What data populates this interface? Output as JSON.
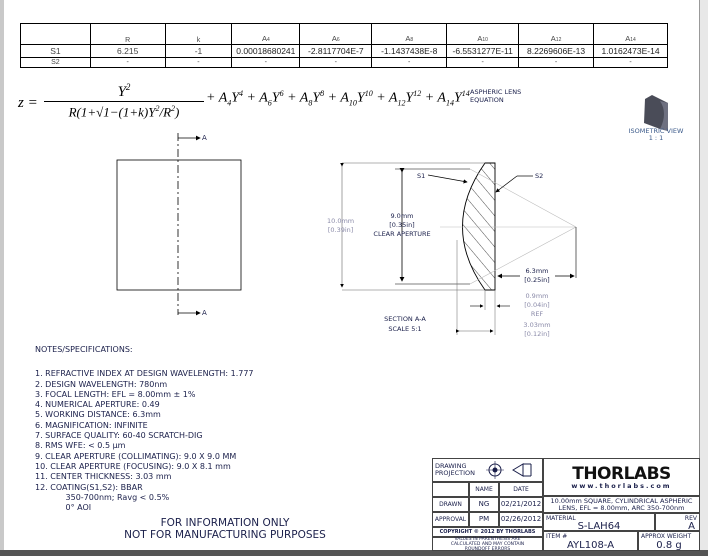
{
  "table": {
    "headers": [
      "",
      "R",
      "k",
      "A4",
      "A6",
      "A8",
      "A10",
      "A12",
      "A14"
    ],
    "rows": [
      [
        "S1",
        "6.215",
        "-1",
        "0.00018680241",
        "-2.8117704E-7",
        "-1.1437438E-8",
        "-6.5531277E-11",
        "8.2269606E-13",
        "1.0162473E-14"
      ],
      [
        "S2",
        "-",
        "-",
        "-",
        "-",
        "-",
        "-",
        "-",
        "-"
      ]
    ]
  },
  "equation": {
    "text": "z = Y² / R(1+√(1−(1+k)Y²/R²)) + A₄Y⁴ + A₆Y⁶ + A₈Y⁸ + A₁₀Y¹⁰ + A₁₂Y¹² + A₁₄Y¹⁴",
    "label_line1": "ASPHERIC LENS",
    "label_line2": "EQUATION"
  },
  "iso": {
    "title": "ISOMETRIC VIEW",
    "scale": "1 : 1"
  },
  "front": {
    "section_label": "A"
  },
  "section": {
    "s1": "S1",
    "s2": "S2",
    "height_mm": "10.0mm",
    "height_in": "[0.39in]",
    "ca_mm": "9.0mm",
    "ca_in": "[0.35in]",
    "ca_label": "CLEAR APERTURE",
    "wd_mm": "6.3mm",
    "wd_in": "[0.25in]",
    "edge_mm": "0.9mm",
    "edge_in": "[0.04in]",
    "edge_ref": "REF",
    "ct_mm": "3.03mm",
    "ct_in": "[0.12in]",
    "title": "SECTION A-A",
    "scale": "SCALE 5:1"
  },
  "notes": {
    "heading": "NOTES/SPECIFICATIONS:",
    "items": [
      "1.   REFRACTIVE INDEX AT DESIGN WAVELENGTH: 1.777",
      "2.   DESIGN WAVELENGTH: 780nm",
      "3.   FOCAL LENGTH: EFL = 8.00mm ± 1%",
      "4.   NUMERICAL APERTURE: 0.49",
      "5.   WORKING DISTANCE: 6.3mm",
      "6.   MAGNIFICATION: INFINITE",
      "7.   SURFACE QUALITY: 60-40 SCRATCH-DIG",
      "8.   RMS WFE: < 0.5 µm",
      "9.   CLEAR APERTURE (COLLIMATING): 9.0 X 9.0 MM",
      "10. CLEAR APERTURE (FOCUSING): 9.0 X 8.1 mm",
      "11. CENTER THICKNESS: 3.03 mm",
      "12. COATING(S1,S2): BBAR",
      "            350-700nm; Ravg < 0.5%",
      "            0° AOI"
    ]
  },
  "info": {
    "line1": "FOR INFORMATION ONLY",
    "line2": "NOT FOR MANUFACTURING PURPOSES"
  },
  "titleblock": {
    "projection": "DRAWING PROJECTION",
    "name_h": "NAME",
    "date_h": "DATE",
    "drawn": "DRAWN",
    "drawn_name": "NG",
    "drawn_date": "02/21/2012",
    "approval": "APPROVAL",
    "approval_name": "PM",
    "approval_date": "02/26/2012",
    "copyright": "COPYRIGHT © 2012 BY THORLABS",
    "values_note": "VALUES IN PARENTHESIS ARE CALCULATED AND MAY CONTAIN ROUNDOFF ERRORS",
    "logo": "THORLABS",
    "url": "www.thorlabs.com",
    "description": "10.00mm SQUARE, CYLINDRICAL ASPHERIC LENS, EFL = 8.00mm, ARC 350-700nm",
    "material_h": "MATERIAL",
    "material": "S-LAH64",
    "rev_h": "REV",
    "rev": "A",
    "item_h": "ITEM #",
    "item": "AYL108-A",
    "weight_h": "APPROX WEIGHT",
    "weight": "0.8 g"
  }
}
